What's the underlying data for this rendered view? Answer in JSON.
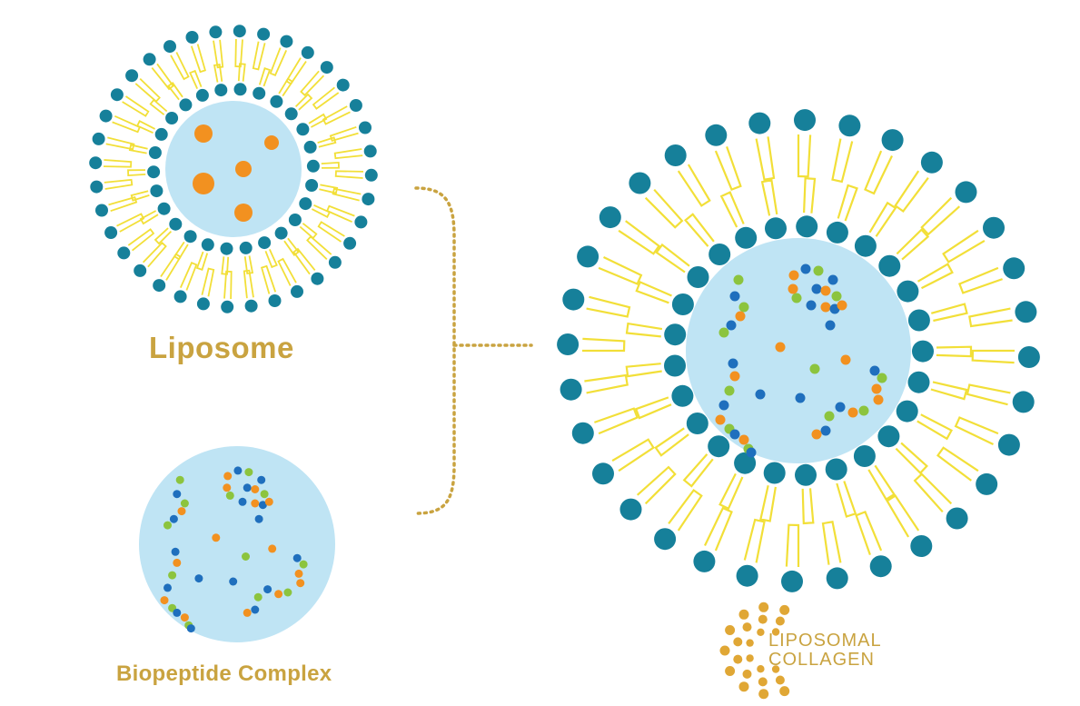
{
  "labels": {
    "liposome": "Liposome",
    "biopeptide_complex": "Biopeptide Complex",
    "brand_line1": "LIPOSOMAL",
    "brand_line2": "COLLAGEN"
  },
  "colors": {
    "head": "#16809a",
    "tail": "#f2df38",
    "core": "#bfe4f4",
    "orange": "#f29120",
    "green": "#8cc43e",
    "blue": "#1f6fbd",
    "gold": "#c9a340",
    "brand_dot": "#e0a735",
    "connector": "#c9a340"
  },
  "icons": {
    "brand_logo": "dot-arc-logo-icon"
  }
}
